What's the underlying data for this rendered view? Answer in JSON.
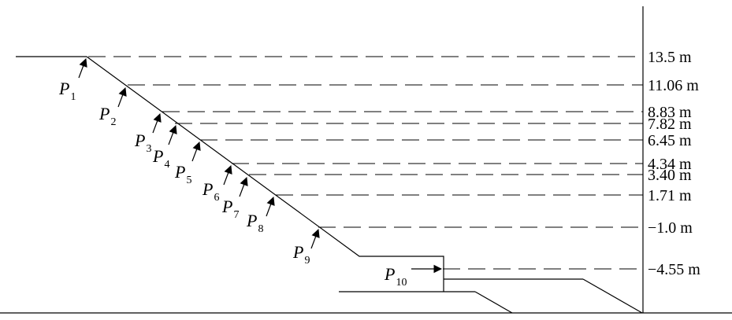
{
  "levels": [
    {
      "label": "13.5 m"
    },
    {
      "label": "11.06 m"
    },
    {
      "label": "8.83 m"
    },
    {
      "label": "7.82 m"
    },
    {
      "label": "6.45 m"
    },
    {
      "label": "4.34 m"
    },
    {
      "label": "3.40 m"
    },
    {
      "label": "1.71 m"
    },
    {
      "label": "−1.0 m"
    },
    {
      "label": "−4.55 m"
    }
  ],
  "points": [
    {
      "letter": "P",
      "sub": "1"
    },
    {
      "letter": "P",
      "sub": "2"
    },
    {
      "letter": "P",
      "sub": "3"
    },
    {
      "letter": "P",
      "sub": "4"
    },
    {
      "letter": "P",
      "sub": "5"
    },
    {
      "letter": "P",
      "sub": "6"
    },
    {
      "letter": "P",
      "sub": "7"
    },
    {
      "letter": "P",
      "sub": "8"
    },
    {
      "letter": "P",
      "sub": "9"
    },
    {
      "letter": "P",
      "sub": "10"
    }
  ]
}
